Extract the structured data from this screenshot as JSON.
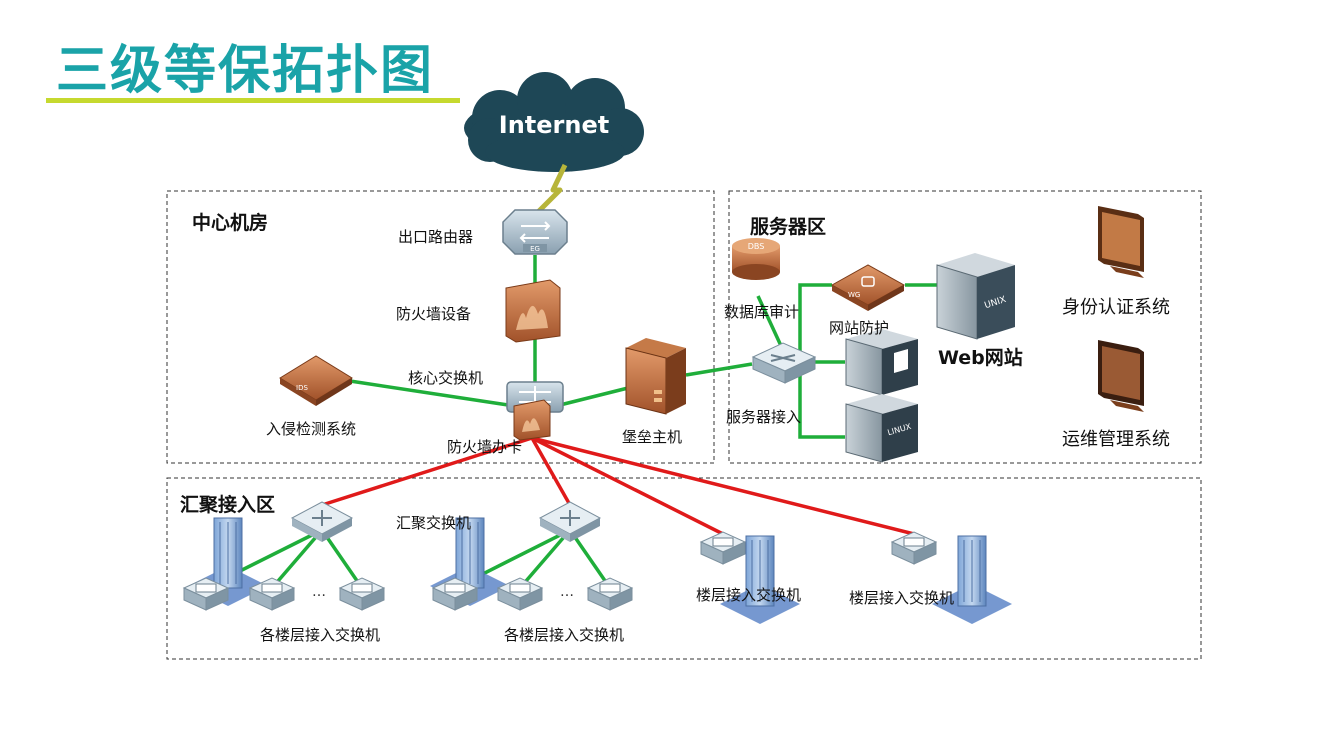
{
  "title": "三级等保拓扑图",
  "internet_label": "Internet",
  "zones": {
    "center": "中心机房",
    "server": "服务器区",
    "access": "汇聚接入区"
  },
  "labels": {
    "router": "出口路由器",
    "firewall_device": "防火墙设备",
    "core_switch": "核心交换机",
    "ids": "入侵检测系统",
    "firewall_card": "防火墙办卡",
    "bastion": "堡垒主机",
    "db_audit": "数据库审计",
    "web_protect": "网站防护",
    "server_access": "服务器接入",
    "web_site": "Web网站",
    "auth_system": "身份认证系统",
    "ops_system": "运维管理系统",
    "agg_switch": "汇聚交换机",
    "floor_switches_1": "各楼层接入交换机",
    "floor_switches_2": "各楼层接入交换机",
    "floor_switch_a": "楼层接入交换机",
    "floor_switch_b": "楼层接入交换机",
    "ellipsis": "…"
  },
  "icons": {
    "router_badge": "EG",
    "ids_badge": "IDS",
    "dbs_badge": "DBS",
    "wg_badge": "WG",
    "unix_badge": "UNIX",
    "linux_badge": "LINUX"
  },
  "colors": {
    "title": "#1aa3a8",
    "underline": "#c6d92f",
    "green_link": "#1fae3a",
    "red_link": "#e01a1a",
    "cloud": "#1e4756"
  }
}
